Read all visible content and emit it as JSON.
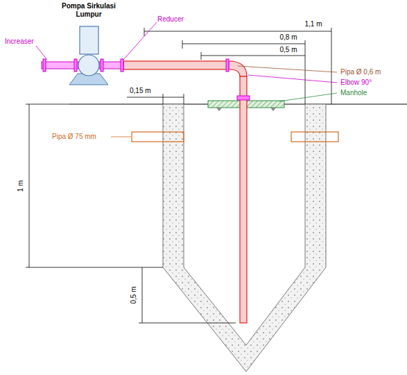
{
  "diagram": {
    "labels": [
      "Pompa Sirkulasi Lumpur",
      "Increaser",
      "Reducer",
      "1,1 m",
      "0,8 m",
      "0,5 m",
      "Pipa Ø 0,6 m",
      "Elbow 90°",
      "Manhole",
      "0,15 m",
      "Pipa Ø 75 mm",
      "1 m",
      "0,5 m"
    ]
  }
}
